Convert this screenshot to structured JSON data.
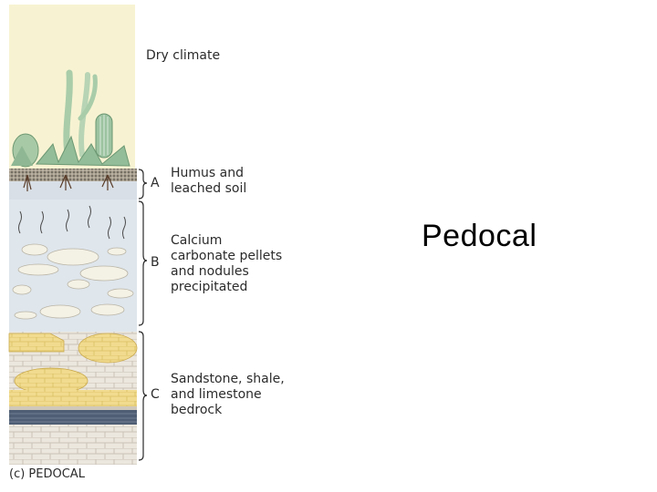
{
  "slide": {
    "title": "Pedocal"
  },
  "figure": {
    "climate_label": "Dry climate",
    "caption": "(c) PEDOCAL",
    "horizons": [
      {
        "letter": "A",
        "description_lines": [
          "Humus and",
          "leached soil"
        ]
      },
      {
        "letter": "B",
        "description_lines": [
          "Calcium",
          "carbonate pellets",
          "and nodules",
          "precipitated"
        ]
      },
      {
        "letter": "C",
        "description_lines": [
          "Sandstone, shale,",
          "and limestone",
          "bedrock"
        ]
      }
    ],
    "colors": {
      "sky": "#f7f3d2",
      "topsoil": "#8a8070",
      "b_horizon": "#dfe6ec",
      "nodule": "#f3f0e4",
      "sandstone": "#f0d98a",
      "shale": "#5b6a80",
      "limestone": "#ebe6dc",
      "plant": "#9fc4a3"
    }
  }
}
